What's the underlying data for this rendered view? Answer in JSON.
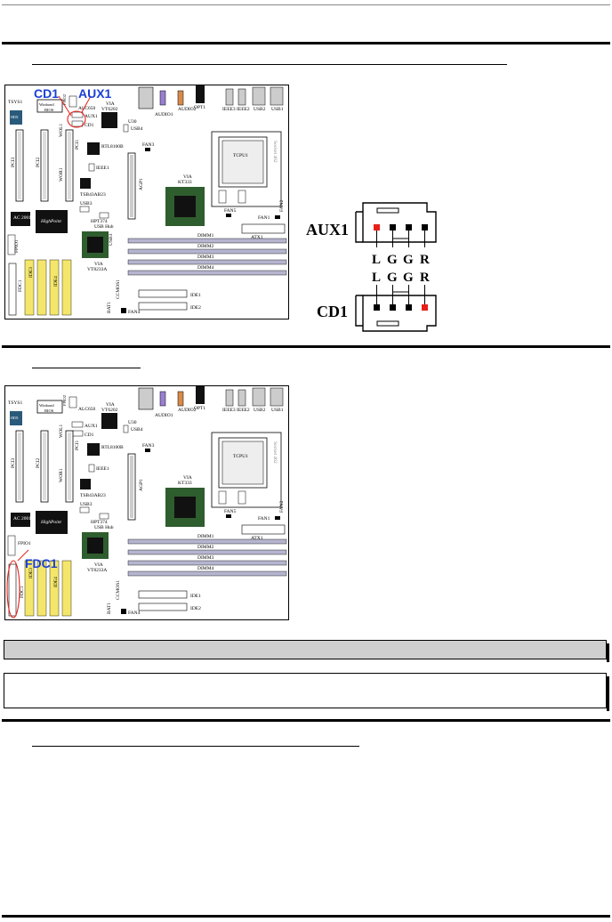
{
  "board_labels": {
    "tsys1": "TSYS1",
    "winbond": "Winbond",
    "winbond_bios": "BIOS",
    "fpio2": "FPIO2",
    "alc650": "ALC650",
    "via_vt6202": "VIA",
    "vt6202": "VT6202",
    "aux1": "AUX1",
    "cd1": "CD1",
    "usb4": "USB4",
    "wol1": "WOL1",
    "pci3": "PCI3",
    "pci2": "PCI2",
    "pci1": "PCI1",
    "wor1": "WOR1",
    "rtl8100b": "RTL8100B",
    "ieee1": "IEEE1",
    "tsb43ab23": "TSB43AB23",
    "usb3": "USB3",
    "ac2001": "AC 2001",
    "hpt374": "HPT374",
    "highpoint": "HighPoint",
    "usb_hub": "USB Hub",
    "agp1": "AGP1",
    "via_kt333_vendor": "VIA",
    "kt333": "KT333",
    "fan3": "FAN3",
    "fan5": "FAN5",
    "fan1": "FAN1",
    "fan2": "FAN2",
    "atx1": "ATX1",
    "tcpu1": "TCPU1",
    "socket": "Socket 462",
    "dimm1": "DIMM1",
    "dimm2": "DIMM2",
    "dimm3": "DIMM3",
    "dimm4": "DIMM4",
    "fpio1": "FPIO1",
    "fdc1": "FDC1",
    "ide3": "IDE3",
    "ide4": "IDE4",
    "ide1": "IDE1",
    "ide2": "IDE2",
    "via_vt8233a": "VIA",
    "vt8233a": "VT8233A",
    "ccmos1": "CCMOS1",
    "bat1": "BAT1",
    "fan4": "FAN4",
    "audio1": "AUDIO1",
    "audio2": "AUDIO2",
    "opt1": "OPT1",
    "ieee3": "IEEE3",
    "ieee2": "IEEE2",
    "usb2": "USB2",
    "usb1": "USB1",
    "u30": "U30",
    "hdx": "HDX"
  },
  "callouts": {
    "cd1": "CD1",
    "aux1": "AUX1",
    "fdc1": "FDC1"
  },
  "pinout": {
    "aux_label": "AUX1",
    "cd_label": "CD1",
    "aux_pins": [
      "L",
      "G",
      "G",
      "R"
    ],
    "cd_pins": [
      "L",
      "G",
      "G",
      "R"
    ],
    "highlight_color": "#e8201a",
    "pin_color": "#000000"
  },
  "colors": {
    "callout_blue": "#1a3fd6",
    "callout_red": "#e8201a",
    "chip_green": "#2e5d2e",
    "ide_yellow": "#f4e66a",
    "gray_box": "#cfcfcf"
  }
}
